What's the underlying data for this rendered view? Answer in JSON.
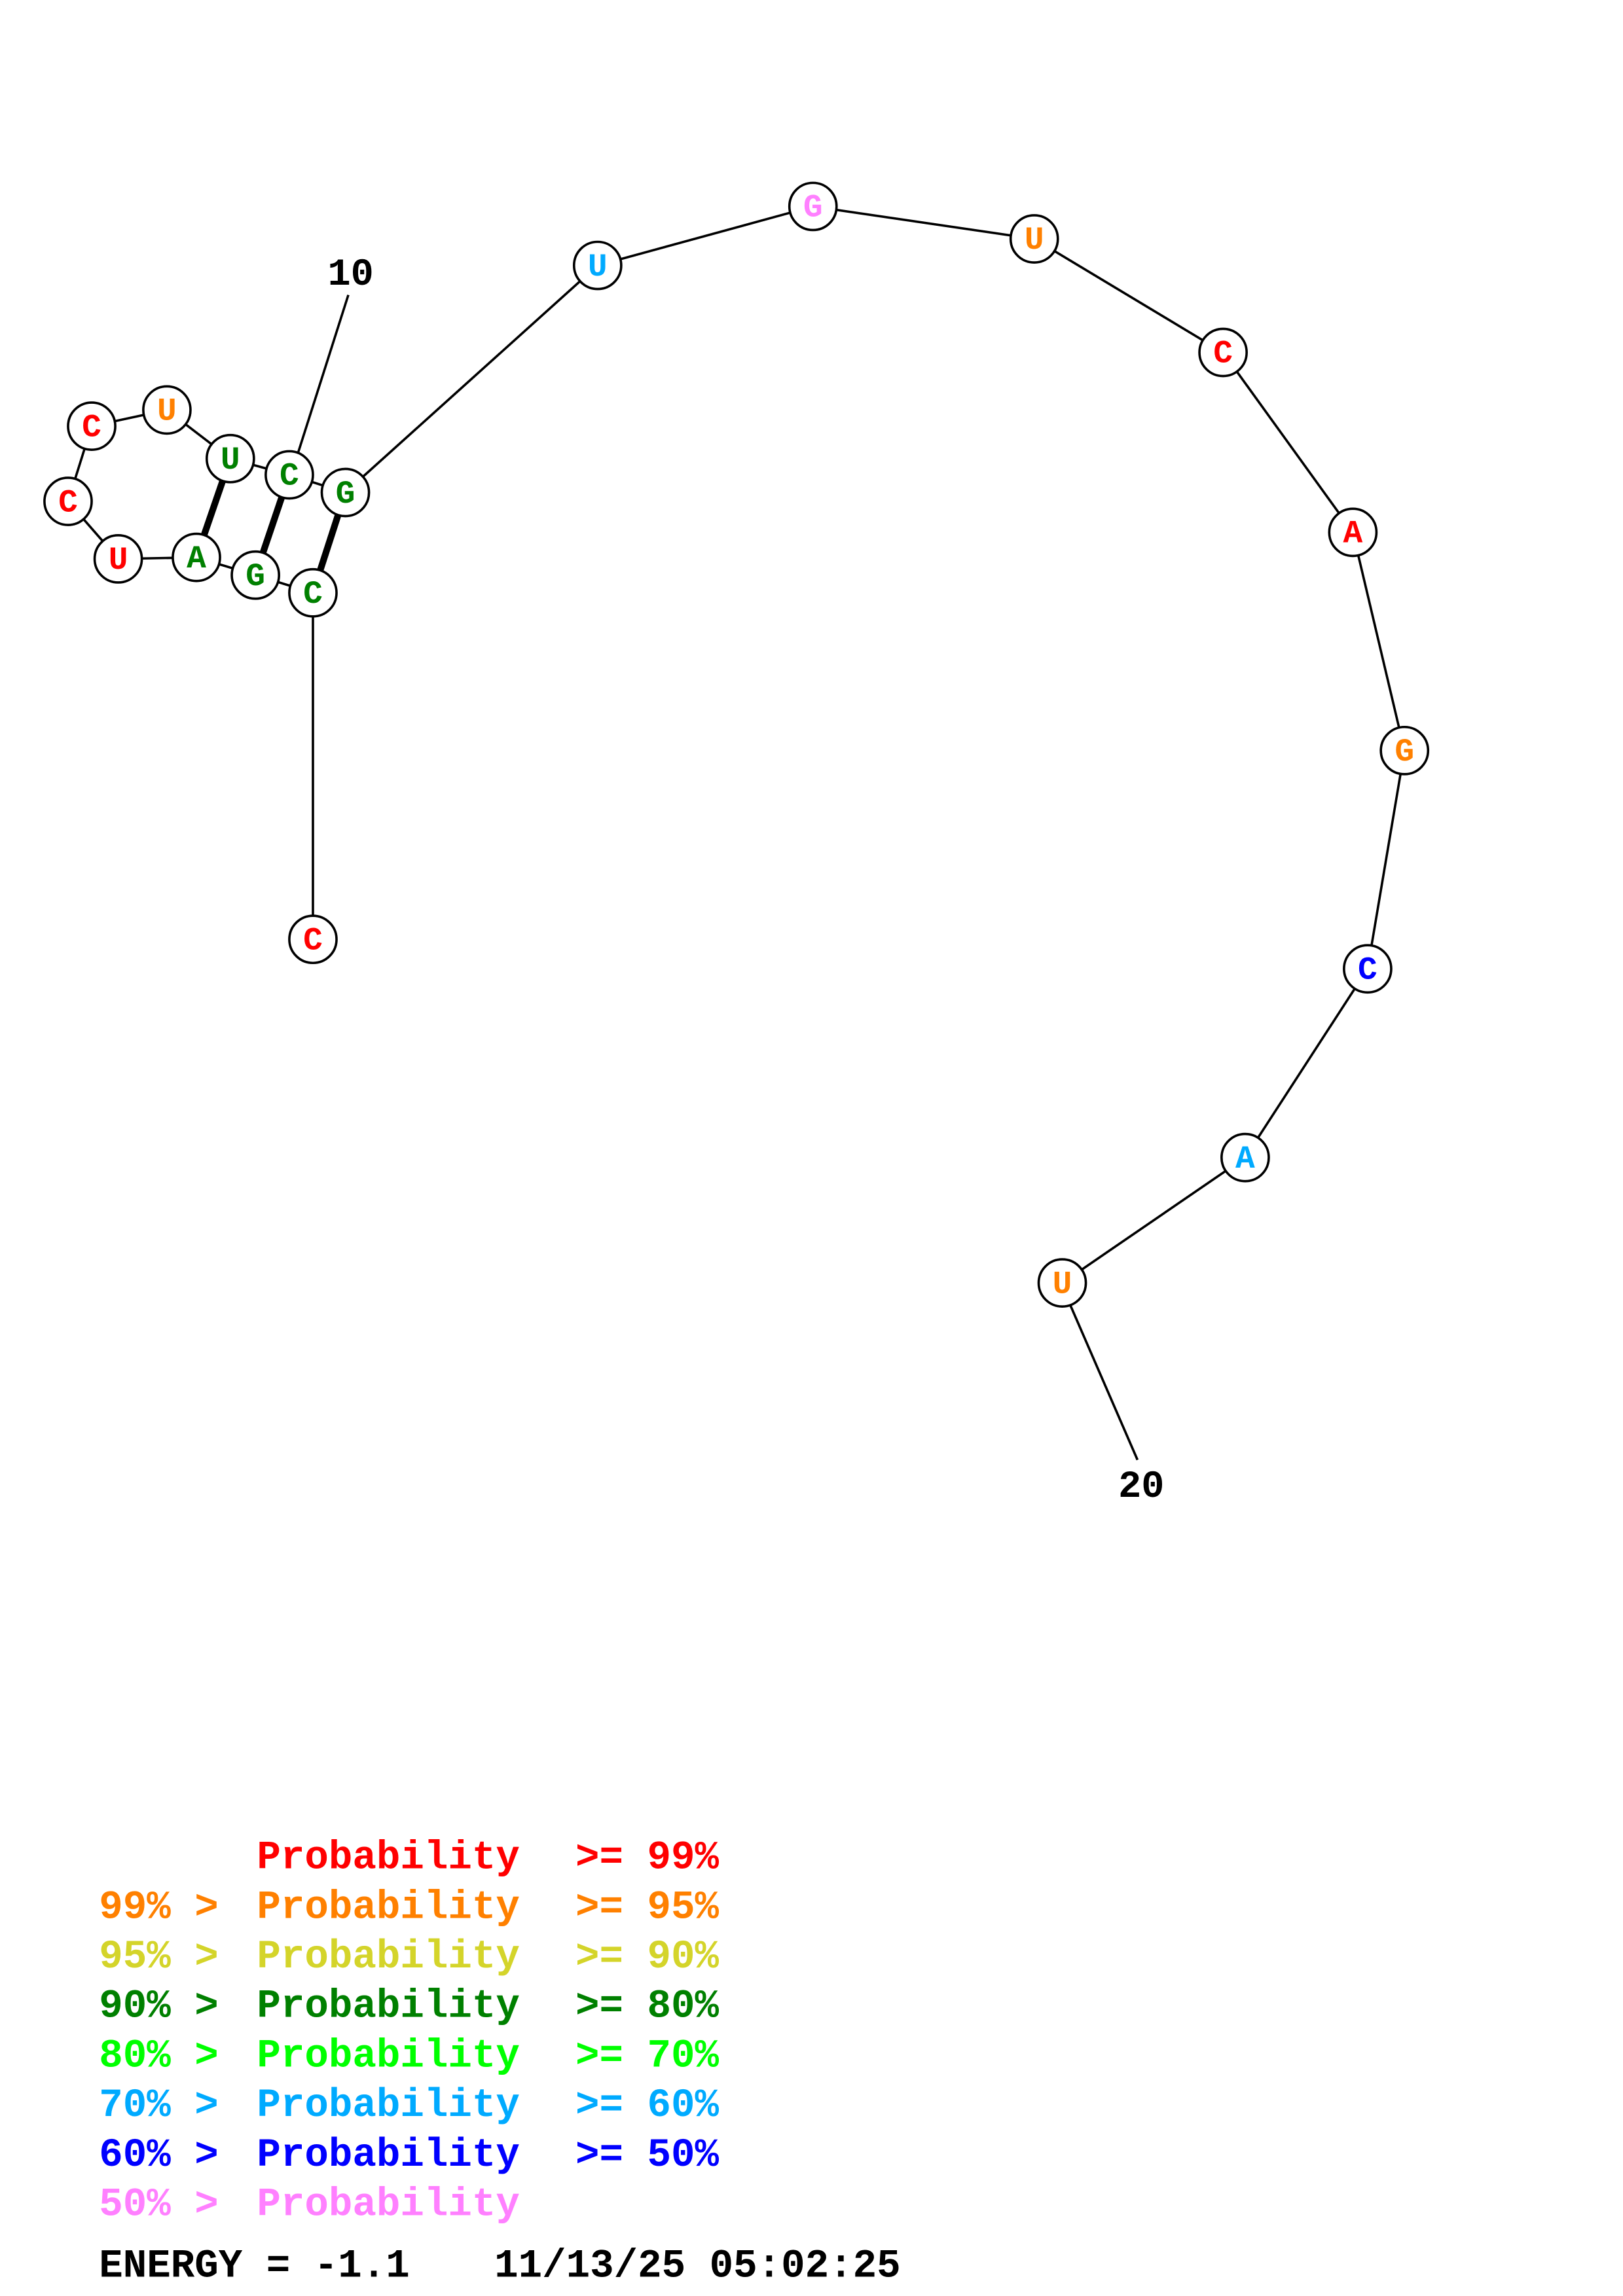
{
  "structure": {
    "sequence": [
      "C",
      "C",
      "G",
      "A",
      "U",
      "C",
      "C",
      "U",
      "U",
      "C",
      "G",
      "U",
      "G",
      "U",
      "C",
      "A",
      "G",
      "C",
      "A",
      "U"
    ],
    "nucleotide_colors": [
      "#ff0000",
      "#008000",
      "#008000",
      "#008000",
      "#ff0000",
      "#ff0000",
      "#ff0000",
      "#ff8000",
      "#008000",
      "#008000",
      "#008000",
      "#00aaff",
      "#ff80ff",
      "#ff8000",
      "#ff0000",
      "#ff0000",
      "#ff8000",
      "#0000ff",
      "#00aaff",
      "#ff8000"
    ],
    "base_pairs": [
      [
        2,
        11
      ],
      [
        3,
        10
      ],
      [
        4,
        9
      ]
    ],
    "position_labels": [
      {
        "index": 10,
        "text": "10"
      },
      {
        "index": 20,
        "text": "20"
      }
    ]
  },
  "legend": [
    {
      "prefix": "",
      "middle": "Probability",
      "suffix": ">= 99%",
      "color": "#ff0000"
    },
    {
      "prefix": "99% >",
      "middle": "Probability",
      "suffix": ">= 95%",
      "color": "#ff8000"
    },
    {
      "prefix": "95% >",
      "middle": "Probability",
      "suffix": ">= 90%",
      "color": "#d4d42a"
    },
    {
      "prefix": "90% >",
      "middle": "Probability",
      "suffix": ">= 80%",
      "color": "#008000"
    },
    {
      "prefix": "80% >",
      "middle": "Probability",
      "suffix": ">= 70%",
      "color": "#00ff00"
    },
    {
      "prefix": "70% >",
      "middle": "Probability",
      "suffix": ">= 60%",
      "color": "#00aaff"
    },
    {
      "prefix": "60% >",
      "middle": "Probability",
      "suffix": ">= 50%",
      "color": "#0000ff"
    },
    {
      "prefix": "50% >",
      "middle": "Probability",
      "suffix": "",
      "color": "#ff80ff"
    }
  ],
  "footer": {
    "energy": "ENERGY = -1.1",
    "timestamp": "11/13/25 05:02:25"
  }
}
